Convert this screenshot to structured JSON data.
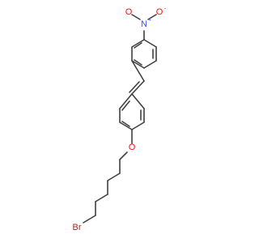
{
  "molecule": {
    "atoms": {
      "nitrogen": {
        "symbol": "N",
        "charge": "+",
        "color": "#3050F8"
      },
      "nitro_oxygen_left": {
        "symbol": "O",
        "color": "#FF0D0D"
      },
      "nitro_oxygen_right": {
        "symbol": "O",
        "charge": "-",
        "color": "#FF0D0D"
      },
      "ether_oxygen": {
        "symbol": "O",
        "color": "#FF0D0D"
      },
      "bromine": {
        "symbol": "Br",
        "color": "#A62929"
      }
    },
    "bond_color": "#404040"
  }
}
